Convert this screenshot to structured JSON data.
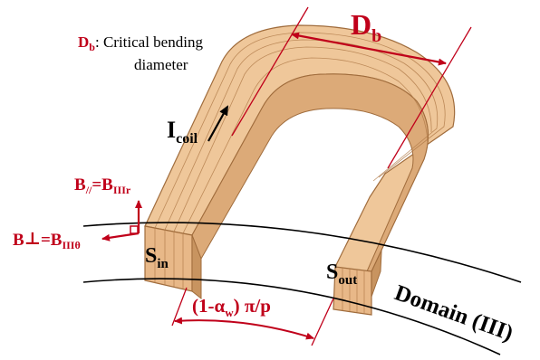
{
  "colors": {
    "accent_red": "#c0001a",
    "coil_face": "#e6b98a",
    "coil_top": "#efc79a",
    "coil_side": "#d4a06c",
    "coil_line": "#b07a48",
    "ink": "#000000"
  },
  "labels": {
    "db_def_sym": "D",
    "db_def_sub": "b",
    "db_def_text": ": Critical bending",
    "db_def_text2": "diameter",
    "db_dim_sym": "D",
    "db_dim_sub": "b",
    "icoil_sym": "I",
    "icoil_sub": "coil",
    "b_par_sym": "B",
    "b_par_sub": "//",
    "b_par_eq": "=B",
    "b_par_eq_sub": "IIIr",
    "b_perp_sym": "B",
    "b_perp_sub": "⊥",
    "b_perp_eq": "=B",
    "b_perp_eq_sub": "IIIθ",
    "s_in_sym": "S",
    "s_in_sub": "in",
    "s_out_sym": "S",
    "s_out_sub": "out",
    "pitch_a": "(1-α",
    "pitch_sub": "w",
    "pitch_b": ") π/p",
    "domain": "Domain (III)"
  },
  "icons": {
    "current_arrow": "arrow-up-right",
    "field_arrows": "right-angle-arrows"
  }
}
